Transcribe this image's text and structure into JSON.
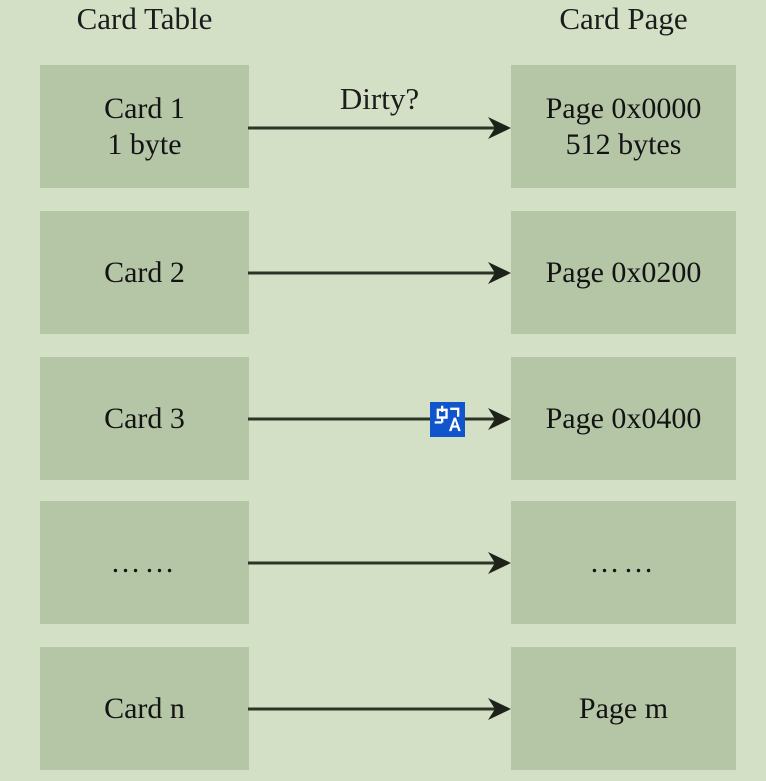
{
  "diagram": {
    "title_left": "Card Table",
    "title_right": "Card Page",
    "edge_label": "Dirty?",
    "colors": {
      "background": "#d3e0c5",
      "cell_fill": "#b5c6a7",
      "text": "#131313",
      "arrow": "#2d3326",
      "badge_blue": "#1155cc",
      "badge_glyph": "#ffffff"
    },
    "rows": [
      {
        "left_line1": "Card 1",
        "left_line2": "1 byte",
        "right_line1": "Page 0x0000",
        "right_line2": "512 bytes",
        "arrow": true
      },
      {
        "left_line1": "Card 2",
        "left_line2": "",
        "right_line1": "Page 0x0200",
        "right_line2": "",
        "arrow": true
      },
      {
        "left_line1": "Card 3",
        "left_line2": "",
        "right_line1": "Page 0x0400",
        "right_line2": "",
        "arrow": true
      },
      {
        "left_line1": "……",
        "left_line2": "",
        "right_line1": "……",
        "right_line2": "",
        "arrow": true
      },
      {
        "left_line1": "Card n",
        "left_line2": "",
        "right_line1": "Page m",
        "right_line2": "",
        "arrow": true
      }
    ],
    "badge": {
      "name": "google-translate-badge",
      "glyph_cjk": "中",
      "glyph_latin": "A"
    }
  }
}
